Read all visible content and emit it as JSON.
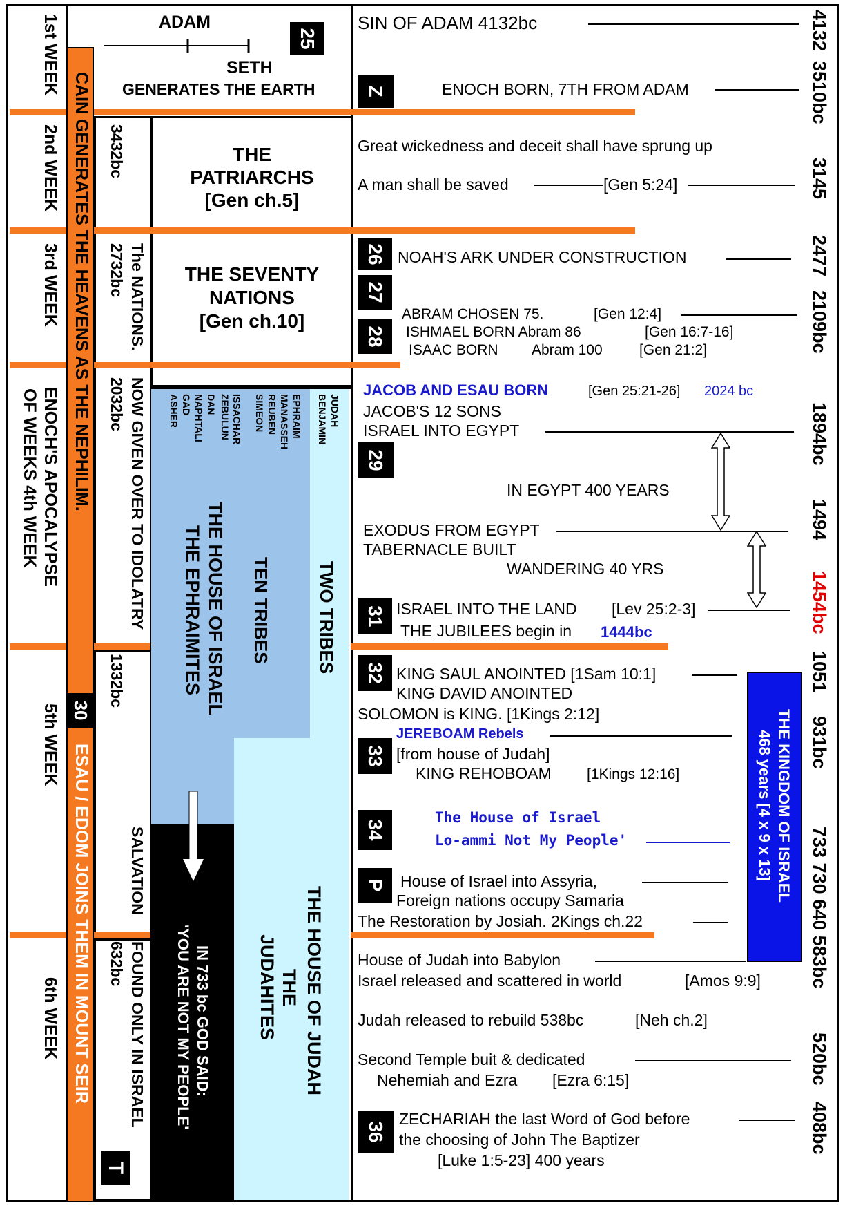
{
  "weeks": {
    "w1": "1st WEEK",
    "w2": "2nd WEEK",
    "w3": "3rd WEEK",
    "w4a": "ENOCH'S APOCALYPSE",
    "w4b": "OF WEEKS    4th WEEK",
    "w5": "5th WEEK",
    "w6": "6th WEEK"
  },
  "orange_bar": {
    "top": "CAIN GENERATES THE HEAVENS AS THE NEPHILIM.",
    "bottom": "ESAU / EDOM JOINS THEM IN MOUNT SEIR",
    "box": "30"
  },
  "dates_col": {
    "d1": "3432bc",
    "d2": "2732bc",
    "d2b": "The NATIONS.",
    "d3": "2032bc",
    "d3b": "NOW GIVEN OVER TO IDOLATRY",
    "d4": "1332bc",
    "d5": "SALVATION",
    "d6": "632bc",
    "d6b": "FOUND ONLY IN ISRAEL",
    "t_box": "T"
  },
  "top_cell": {
    "adam": "ADAM",
    "seth": "SETH",
    "gen": "GENERATES THE EARTH",
    "box": "25"
  },
  "patriarchs": {
    "l1": "THE",
    "l2": "PATRIARCHS",
    "l3": "[Gen ch.5]"
  },
  "seventy": {
    "l1": "THE SEVENTY",
    "l2": "NATIONS",
    "l3": "[Gen ch.10]"
  },
  "tribes": {
    "ten": [
      "EPHRAIM",
      "MANASSEH",
      "REUBEN",
      "SIMEON",
      "ISSACHAR",
      "ZEBULUN",
      "DAN",
      "NAPHTALI",
      "GAD",
      "ASHER"
    ],
    "two": [
      "JUDAH",
      "BENJAMIN"
    ],
    "ten_label": "TEN TRIBES",
    "two_label": "TWO TRIBES",
    "israel_l1": "THE HOUSE OF ISRAEL",
    "israel_l2": "THE EPHRAIMITES",
    "judah_l1": "THE HOUSE OF JUDAH",
    "judah_l2": "THE",
    "judah_l3": "JUDAHITES",
    "god_l1": "IN 733 bc  GOD SAID:",
    "god_l2": "'YOU ARE NOT MY PEOPLE'"
  },
  "events": {
    "e1": "SIN OF ADAM  4132bc",
    "e2": "ENOCH BORN, 7TH FROM ADAM",
    "e3": "Great wickedness and deceit shall have sprung up",
    "e4a": "A man shall be saved",
    "e4b": "[Gen 5:24]",
    "e5": "NOAH'S ARK UNDER CONSTRUCTION",
    "e6a": "ABRAM CHOSEN  75.",
    "e6b": "[Gen 12:4]",
    "e7a": "ISHMAEL BORN  Abram 86",
    "e7b": "[Gen 16:7-16]",
    "e8a": "ISAAC BORN",
    "e8b": "Abram 100",
    "e8c": "[Gen 21:2]",
    "e9a": "JACOB  AND ESAU BORN",
    "e9b": "[Gen 25:21-26]",
    "e9c": "2024 bc",
    "e10": "JACOB'S 12 SONS",
    "e11": "ISRAEL INTO EGYPT",
    "e12": "IN EGYPT   400  YEARS",
    "e13": "EXODUS FROM EGYPT",
    "e14": "TABERNACLE BUILT",
    "e15": "WANDERING  40 YRS",
    "e16a": "ISRAEL INTO THE LAND",
    "e16b": "[Lev 25:2-3]",
    "e17a": "THE JUBILEES begin in",
    "e17b": "1444bc",
    "e18": "KING SAUL ANOINTED [1Sam 10:1]",
    "e19": "KING DAVID ANOINTED",
    "e20": "SOLOMON is  KING. [1Kings 2:12]",
    "e21": "JEREBOAM Rebels",
    "e22": "[from house of Judah]",
    "e23a": "KING REHOBOAM",
    "e23b": "[1Kings 12:16]",
    "e24": "The House of Israel",
    "e25": "Lo-ammi Not My People'",
    "e26": "House of Israel  into Assyria,",
    "e27": "Foreign nations occupy Samaria",
    "e28": "The Restoration by Josiah. 2Kings ch.22",
    "e29": "House of Judah into Babylon",
    "e30a": "Israel released and scattered  in world",
    "e30b": "[Amos 9:9]",
    "e31a": "Judah released to rebuild 538bc",
    "e31b": "[Neh ch.2]",
    "e32": "Second Temple buit  & dedicated",
    "e33a": "Nehemiah and Ezra",
    "e33b": "[Ezra 6:15]",
    "e34": "ZECHARIAH the last Word of God before",
    "e35": "the choosing of John The Baptizer",
    "e36": "[Luke 1:5-23]  400 years"
  },
  "boxes": {
    "z": "Z",
    "b26": "26",
    "b27": "27",
    "b28": "28",
    "b29": "29",
    "b31": "31",
    "b32": "32",
    "b33": "33",
    "b34": "34",
    "p": "P",
    "b36": "36"
  },
  "kingdom": {
    "l1": "THE KINGDOM OF ISRAEL",
    "l2": "468 years [4 x 9 x 13]"
  },
  "years": {
    "y1": "4132",
    "y2": "3510bc",
    "y3": "3145",
    "y4": "2477",
    "y5": "2109bc",
    "y6": "1894bc",
    "y7": "1494",
    "y8": "1454bc",
    "y9": "1051",
    "y10": "931bc",
    "y11": "733 730 640 583bc",
    "y12": "520bc",
    "y13": "408bc"
  },
  "colors": {
    "orange": "#f47920",
    "light_blue": "#9cc3ea",
    "pale_cyan": "#ccf5ff",
    "kingdom_blue": "#0a14e6",
    "text_blue": "#1a1acc",
    "red": "#e00000"
  }
}
